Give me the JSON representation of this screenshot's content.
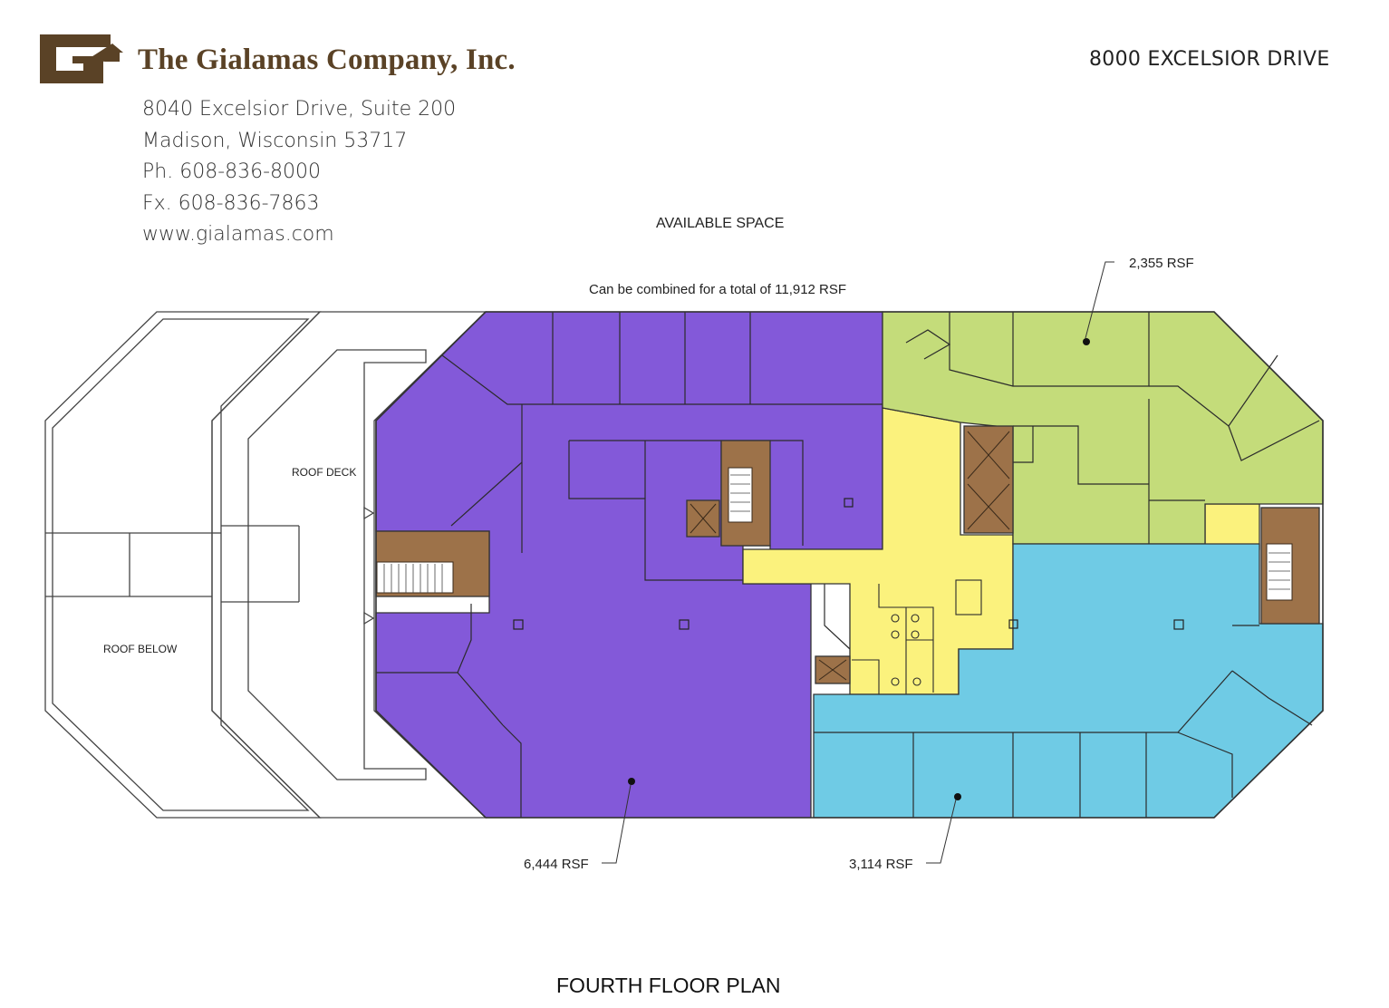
{
  "company": {
    "name": "The Gialamas Company, Inc.",
    "address_lines": [
      "8040 Excelsior Drive, Suite 200",
      "Madison, Wisconsin 53717",
      "Ph. 608-836-8000",
      "Fx. 608-836-7863",
      "www.gialamas.com"
    ],
    "logo_icon": "gialamas-g-house-logo"
  },
  "building_address": "8000 EXCELSIOR DRIVE",
  "available_label": "AVAILABLE SPACE",
  "combined_note": "Can be combined for a total of 11,912 RSF",
  "plan_title": "FOURTH FLOOR PLAN",
  "areas": {
    "roof_below": "ROOF BELOW",
    "roof_deck": "ROOF DECK",
    "suite_purple_rsf": "6,444 RSF",
    "suite_blue_rsf": "3,114 RSF",
    "suite_green_rsf": "2,355 RSF"
  },
  "colors": {
    "suite_purple": "#8359d9",
    "suite_blue": "#6fcbe5",
    "suite_green": "#c4dc7a",
    "common_yellow": "#fbf27d",
    "core_brown": "#9d7249",
    "logo_brown": "#5a4226"
  }
}
